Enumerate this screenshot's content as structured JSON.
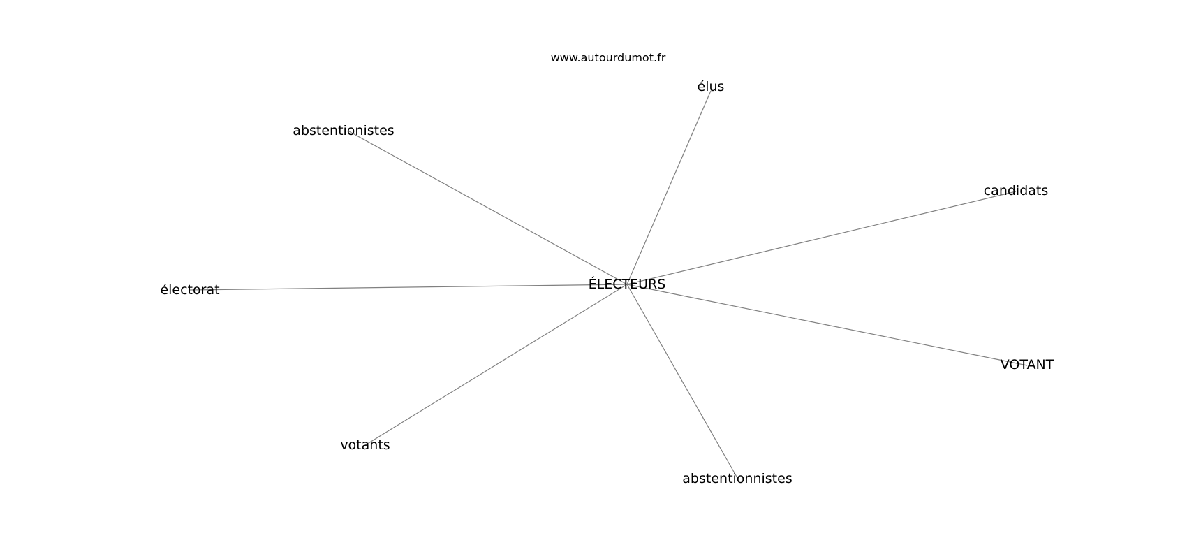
{
  "source": "www.autourdumot.fr",
  "center": {
    "label": "ÉLECTEURS"
  },
  "nodes": [
    {
      "label": "élus"
    },
    {
      "label": "abstentionistes"
    },
    {
      "label": "candidats"
    },
    {
      "label": "électorat"
    },
    {
      "label": "VOTANT"
    },
    {
      "label": "votants"
    },
    {
      "label": "abstentionnistes"
    }
  ],
  "colors": {
    "edge": "#808080",
    "text": "#000000",
    "background": "#ffffff"
  }
}
